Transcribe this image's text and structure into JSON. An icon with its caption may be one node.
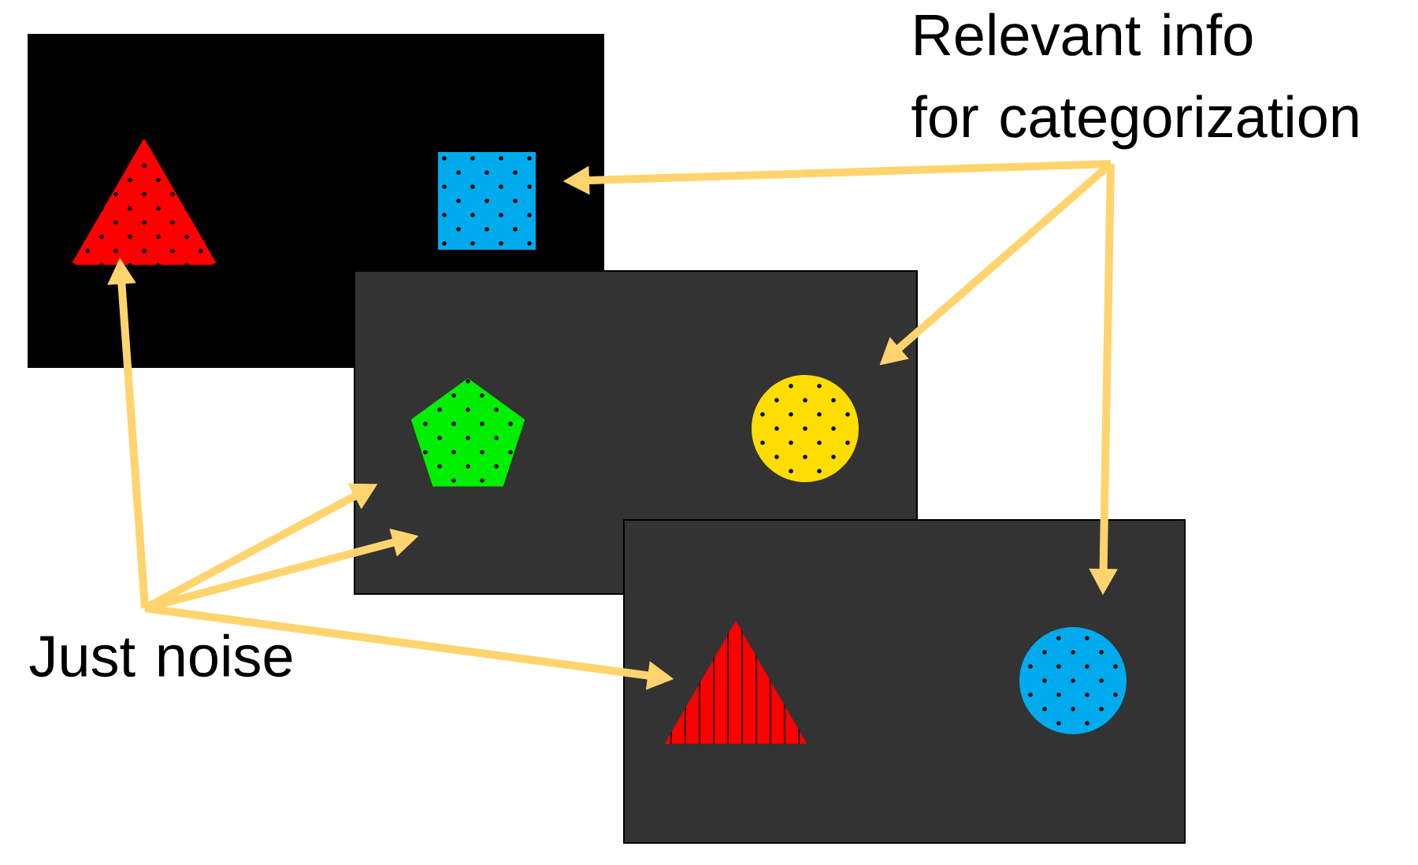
{
  "diagram": {
    "nodes": [
      {
        "text": [],
        "shape": "box"
      },
      {
        "text": [],
        "shape": "triangle",
        "in": 0
      },
      {
        "text": [],
        "shape": "box",
        "in": 0
      },
      {
        "text": [
          "Relevant info for categorization"
        ]
      },
      {
        "text": [],
        "shape": "box"
      },
      {
        "text": [],
        "shape": "pentagon",
        "in": 4
      },
      {
        "text": [],
        "shape": "circle",
        "in": 4
      },
      {
        "text": [],
        "shape": "box"
      },
      {
        "text": [
          "Just noise"
        ]
      },
      {
        "text": [],
        "shape": "triangle",
        "in": 7
      },
      {
        "text": [],
        "shape": "circle",
        "in": 7
      }
    ],
    "edges": [
      {
        "from": 3,
        "to": 2,
        "arrow": "to"
      },
      {
        "from": 3,
        "to": 6,
        "arrow": "to"
      },
      {
        "from": 3,
        "to": 10,
        "arrow": "to"
      },
      {
        "from": 8,
        "to": 1,
        "arrow": "to"
      },
      {
        "from": 8,
        "to": 5,
        "arrow": "to"
      },
      {
        "from": 8,
        "to": 4,
        "arrow": "to"
      },
      {
        "from": 8,
        "to": 9,
        "arrow": "to"
      }
    ]
  }
}
